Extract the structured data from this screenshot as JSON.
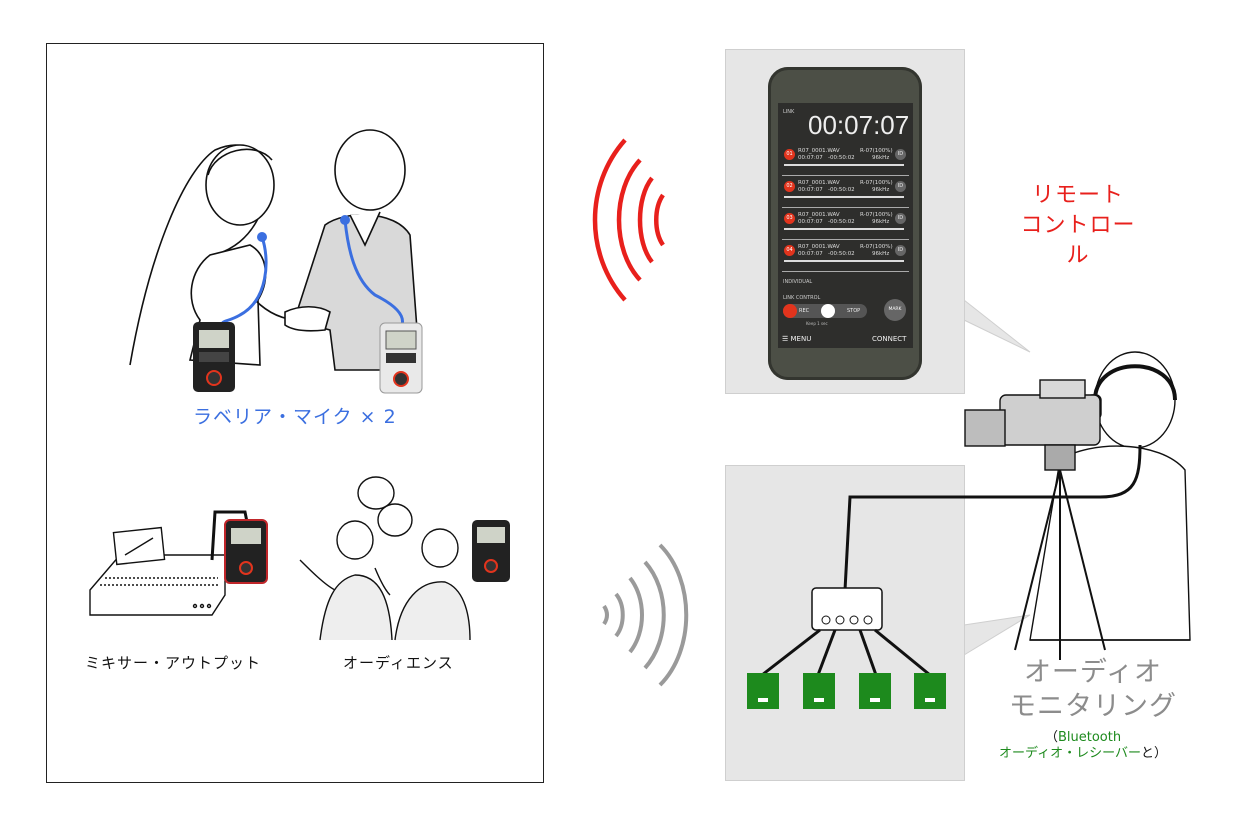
{
  "labels": {
    "lavalier": "ラベリア・マイク × 2",
    "mixer": "ミキサー・アウトプット",
    "audience": "オーディエンス",
    "remote_line1": "リモート",
    "remote_line2": "コントロール",
    "monitoring_line1": "オーディオ",
    "monitoring_line2": "モニタリング",
    "bt_open": "（",
    "bt_word": "Bluetooth",
    "bt_receiver": "オーディオ・レシーバー",
    "bt_close": "と）"
  },
  "app": {
    "link": "LINK",
    "timer": "00:07:07",
    "tracks": [
      {
        "num": "01",
        "file": "R07_0001.WAV",
        "format": "R-07(100%)",
        "time": "00:07:07",
        "remain": "-00:50:02",
        "rate": "96kHz",
        "btn": "ID"
      },
      {
        "num": "02",
        "file": "R07_0001.WAV",
        "format": "R-07(100%)",
        "time": "00:07:07",
        "remain": "-00:50:02",
        "rate": "96kHz",
        "btn": "ID"
      },
      {
        "num": "03",
        "file": "R07_0001.WAV",
        "format": "R-07(100%)",
        "time": "00:07:07",
        "remain": "-00:50:02",
        "rate": "96kHz",
        "btn": "ID"
      },
      {
        "num": "04",
        "file": "R07_0001.WAV",
        "format": "R-07(100%)",
        "time": "00:07:07",
        "remain": "-00:50:02",
        "rate": "96kHz",
        "btn": "ID"
      }
    ],
    "individual": "INDIVIDUAL",
    "link_control": "LINK CONTROL",
    "rec": "REC",
    "stop": "STOP",
    "keep": "Keep 1 sec",
    "mark": "MARK",
    "menu": "MENU",
    "connect": "CONNECT"
  },
  "colors": {
    "accent_blue": "#3b6fe0",
    "accent_red": "#e8201c",
    "receiver_green": "#1d8a1d",
    "wave_grey": "#9a9a9a"
  }
}
